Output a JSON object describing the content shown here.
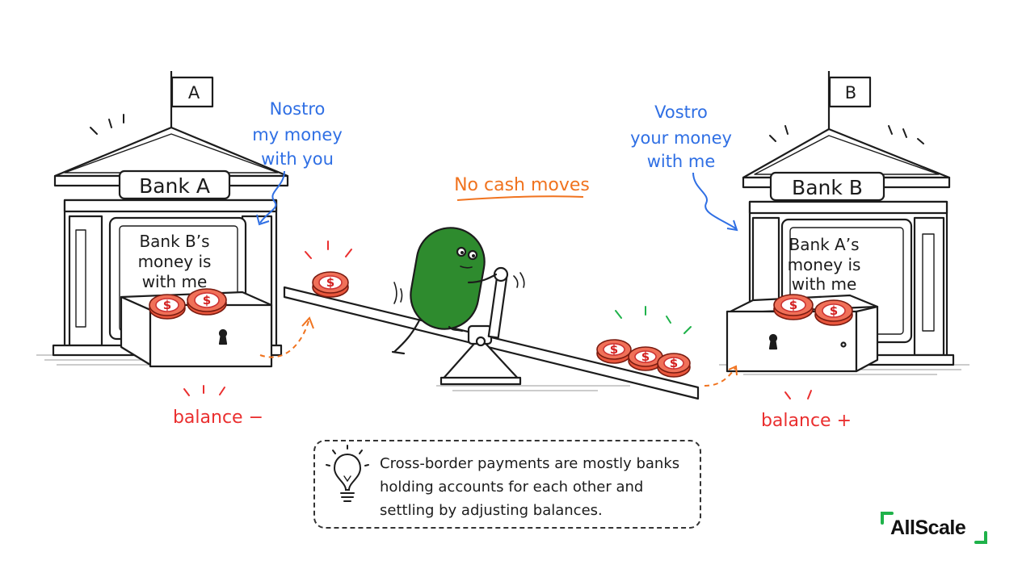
{
  "flags": {
    "left": "A",
    "right": "B"
  },
  "bank_a": {
    "sign": "Bank A",
    "vault_note": [
      "Bank B’s",
      "money is",
      "with me"
    ],
    "account_label": [
      "Nostro",
      "my money",
      "with you"
    ],
    "balance_label": "balance −"
  },
  "bank_b": {
    "sign": "Bank B",
    "vault_note": [
      "Bank A’s",
      "money is",
      "with me"
    ],
    "account_label": [
      "Vostro",
      "your money",
      "with me"
    ],
    "balance_label": "balance +"
  },
  "center_label": "No cash moves",
  "coin_symbol": "$",
  "callout": {
    "icon": "lightbulb-icon",
    "lines": [
      "Cross-border payments are mostly banks",
      "holding accounts for each other and",
      "settling by adjusting balances."
    ]
  },
  "brand": {
    "name": "AllScale",
    "accent_color": "#1fb24a"
  },
  "colors": {
    "nostro_vostro": "#2f6fe4",
    "center_label": "#f0731f",
    "balance": "#ea2f2f",
    "character": "#2e8b2e",
    "coin": "#e9563c"
  }
}
